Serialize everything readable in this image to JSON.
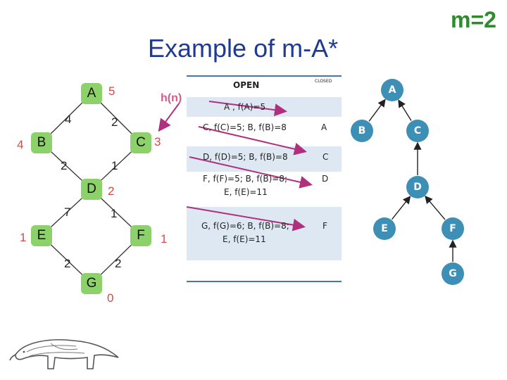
{
  "title": "Example of m-A*",
  "m_label": "m=2",
  "h_label": "h(n)",
  "graph": {
    "nodes": [
      {
        "id": "A",
        "h": "5"
      },
      {
        "id": "B",
        "h": "4"
      },
      {
        "id": "C",
        "h": "3"
      },
      {
        "id": "D",
        "h": "2"
      },
      {
        "id": "E",
        "h": "1"
      },
      {
        "id": "F",
        "h": "1"
      },
      {
        "id": "G",
        "h": "0"
      }
    ],
    "edges": [
      {
        "from": "A",
        "to": "B",
        "w": "4"
      },
      {
        "from": "A",
        "to": "C",
        "w": "2"
      },
      {
        "from": "B",
        "to": "D",
        "w": "2"
      },
      {
        "from": "C",
        "to": "D",
        "w": "1"
      },
      {
        "from": "D",
        "to": "E",
        "w": "7"
      },
      {
        "from": "D",
        "to": "F",
        "w": "1"
      },
      {
        "from": "E",
        "to": "G",
        "w": "2"
      },
      {
        "from": "F",
        "to": "G",
        "w": "2"
      }
    ]
  },
  "table": {
    "open_header": "OPEN",
    "closed_header": "CLOSED",
    "rows": [
      {
        "open": [
          "A , f(A)=5"
        ],
        "closed": ""
      },
      {
        "open": [
          "C, f(C)=5; B, f(B)=8"
        ],
        "closed": "A"
      },
      {
        "open": [
          "D, f(D)=5;  B, f(B)=8"
        ],
        "closed": "C"
      },
      {
        "open": [
          "F, f(F)=5; B, f(B)=8;",
          "E, f(E)=11"
        ],
        "closed": "D"
      },
      {
        "open": [
          "G, f(G)=6;  B, f(B)=8;",
          "E, f(E)=11"
        ],
        "closed": "F"
      }
    ]
  },
  "tree": {
    "nodes": [
      "A",
      "B",
      "C",
      "D",
      "E",
      "F",
      "G"
    ],
    "edges": [
      [
        "A",
        "B"
      ],
      [
        "A",
        "C"
      ],
      [
        "C",
        "D"
      ],
      [
        "D",
        "E"
      ],
      [
        "D",
        "F"
      ],
      [
        "F",
        "G"
      ]
    ]
  },
  "colors": {
    "title": "#1f3a93",
    "m_label": "#2e8b2e",
    "graph_node": "#8cd16a",
    "heuristic": "#d44a4a",
    "arrow": "#b0307e",
    "tree_node": "#3d8fb5",
    "table_band": "#dde8f3"
  }
}
